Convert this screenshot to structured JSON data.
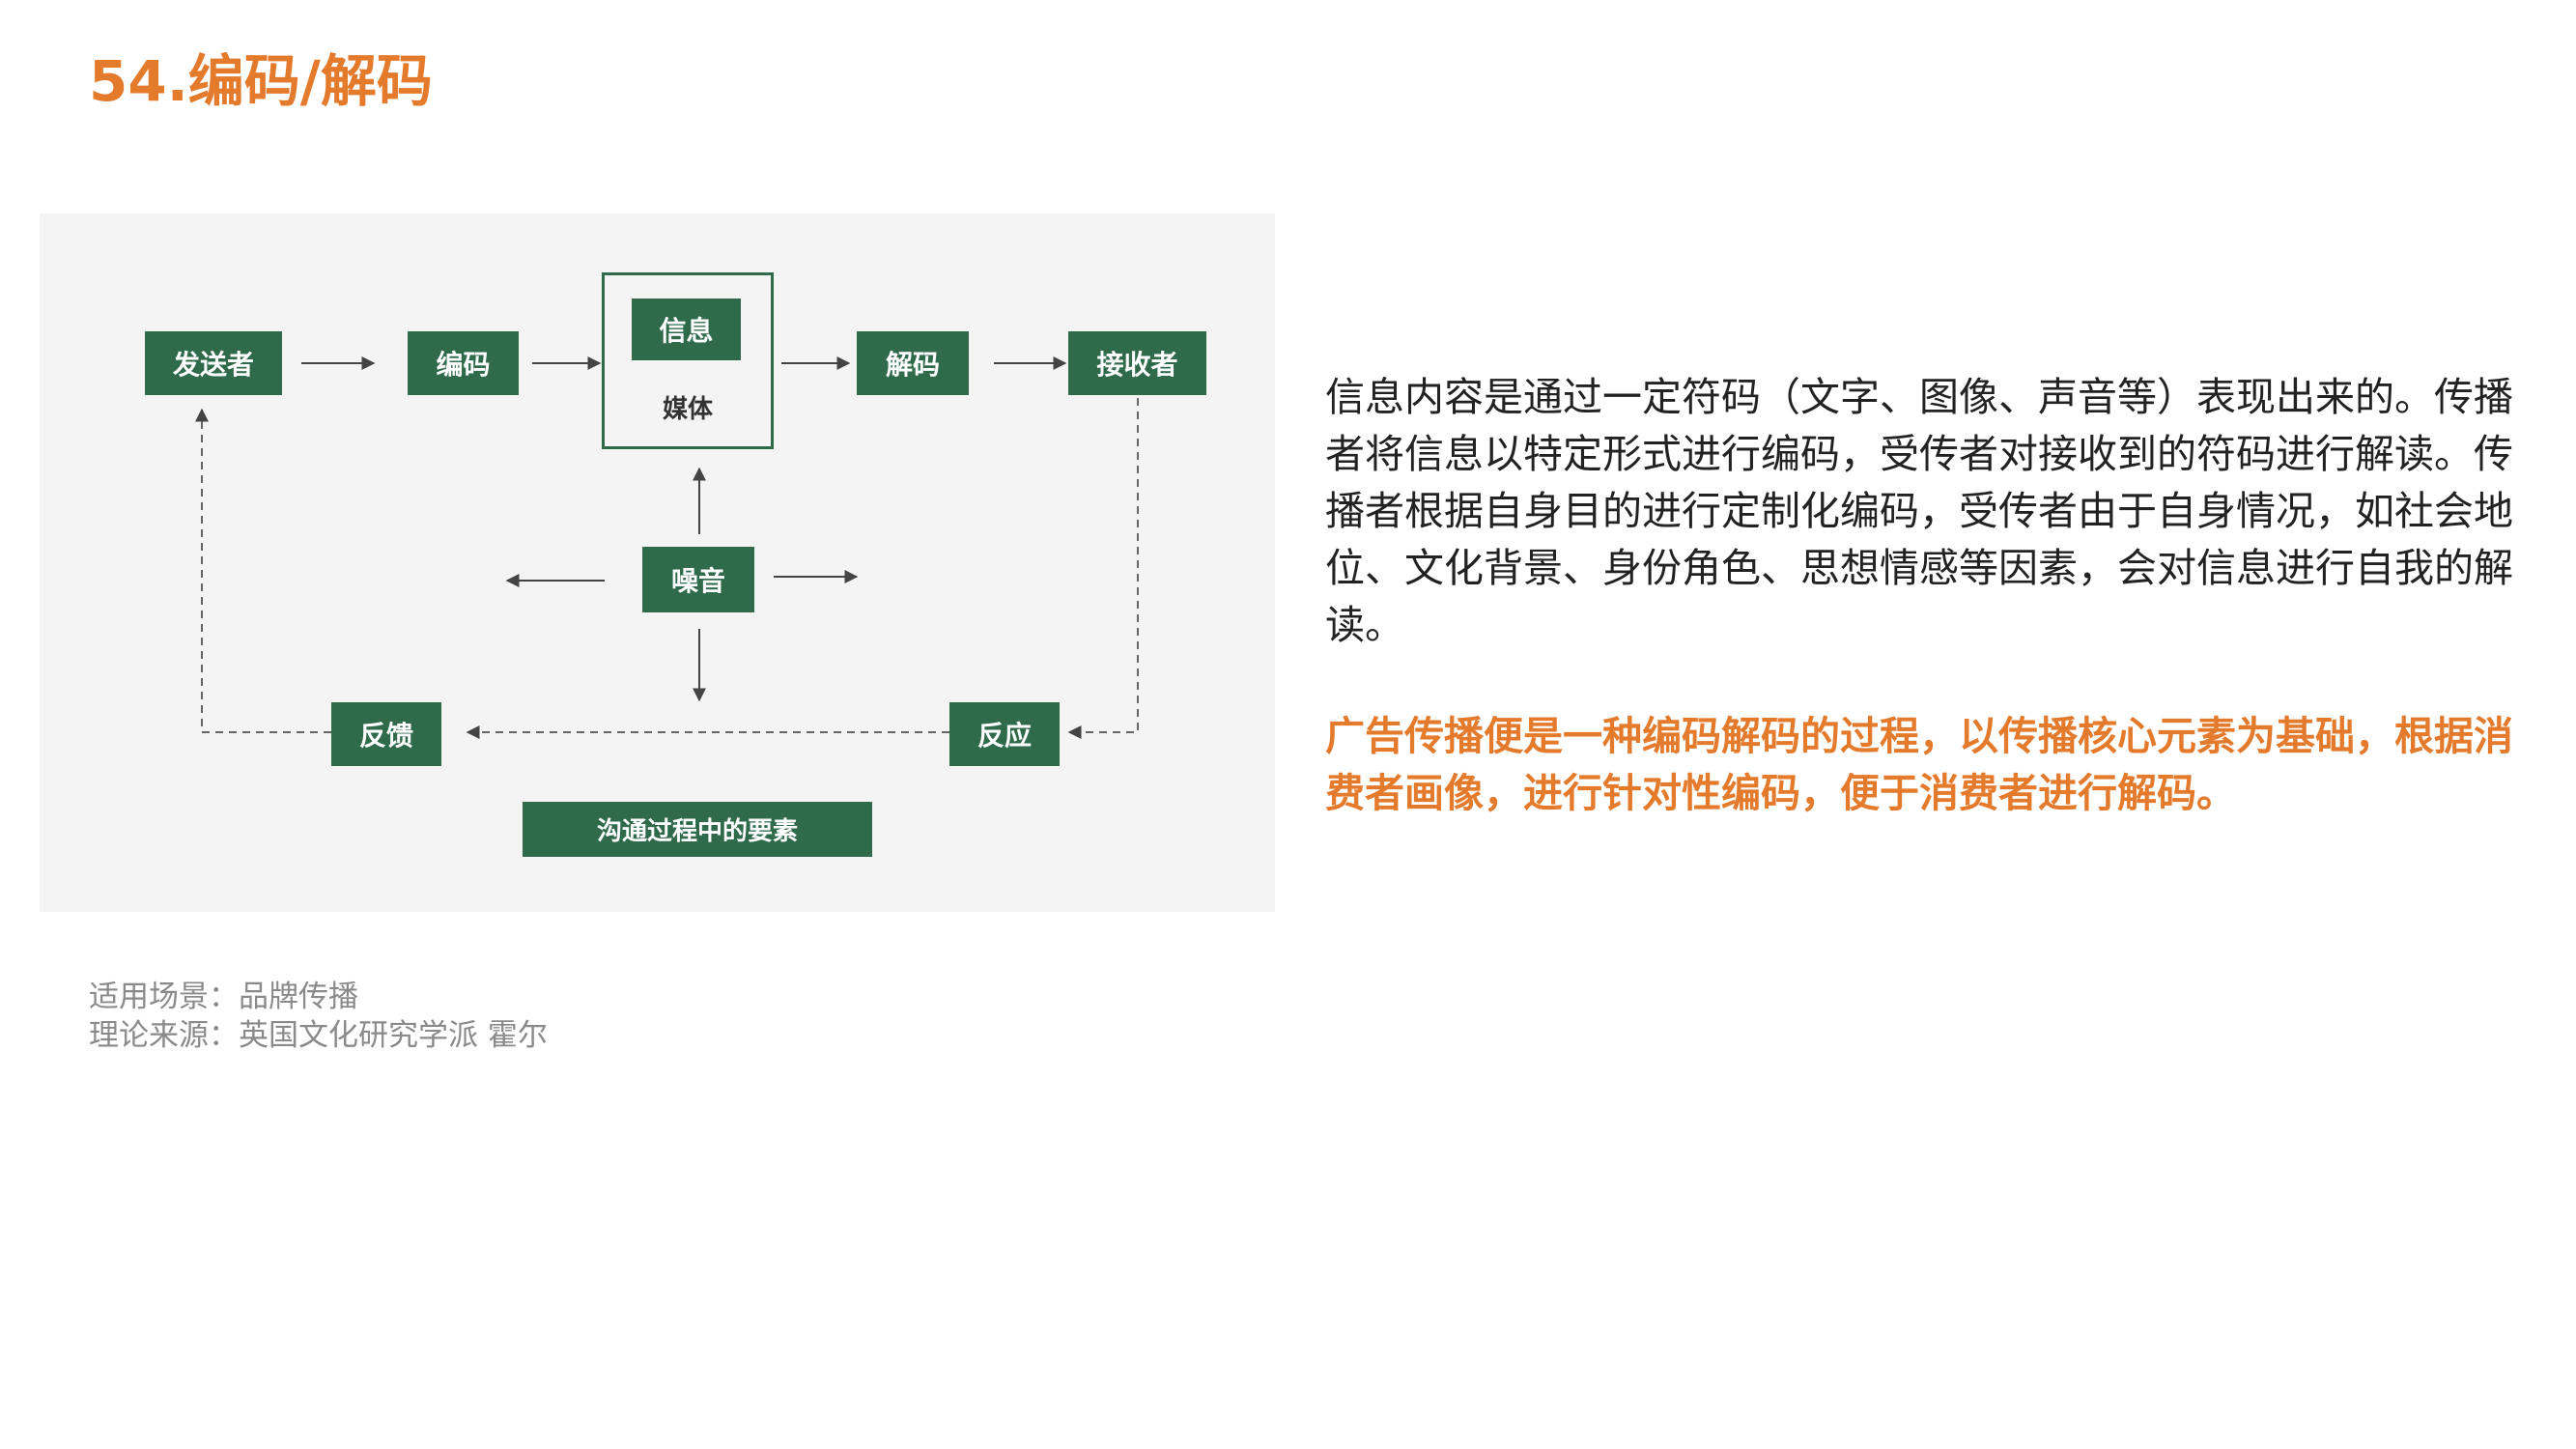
{
  "page": {
    "title": "54.编码/解码"
  },
  "diagram": {
    "nodes": {
      "sender": "发送者",
      "encode": "编码",
      "message": "信息",
      "medium": "媒体",
      "decode": "解码",
      "receiver": "接收者",
      "noise": "噪音",
      "feedback": "反馈",
      "response": "反应",
      "caption": "沟通过程中的要素"
    },
    "colors": {
      "node": "#2f6b4a",
      "panel": "#f4f4f4",
      "accent": "#e47a2c"
    }
  },
  "body": {
    "paragraph1": "信息内容是通过一定符码（文字、图像、声音等）表现出来的。传播者将信息以特定形式进行编码，受传者对接收到的符码进行解读。传播者根据自身目的进行定制化编码，受传者由于自身情况，如社会地位、文化背景、身份角色、思想情感等因素，会对信息进行自我的解读。",
    "paragraph2": "广告传播便是一种编码解码的过程，以传播核心元素为基础，根据消费者画像，进行针对性编码，便于消费者进行解码。"
  },
  "meta": {
    "scene": "适用场景：品牌传播",
    "source": "理论来源：英国文化研究学派 霍尔"
  }
}
